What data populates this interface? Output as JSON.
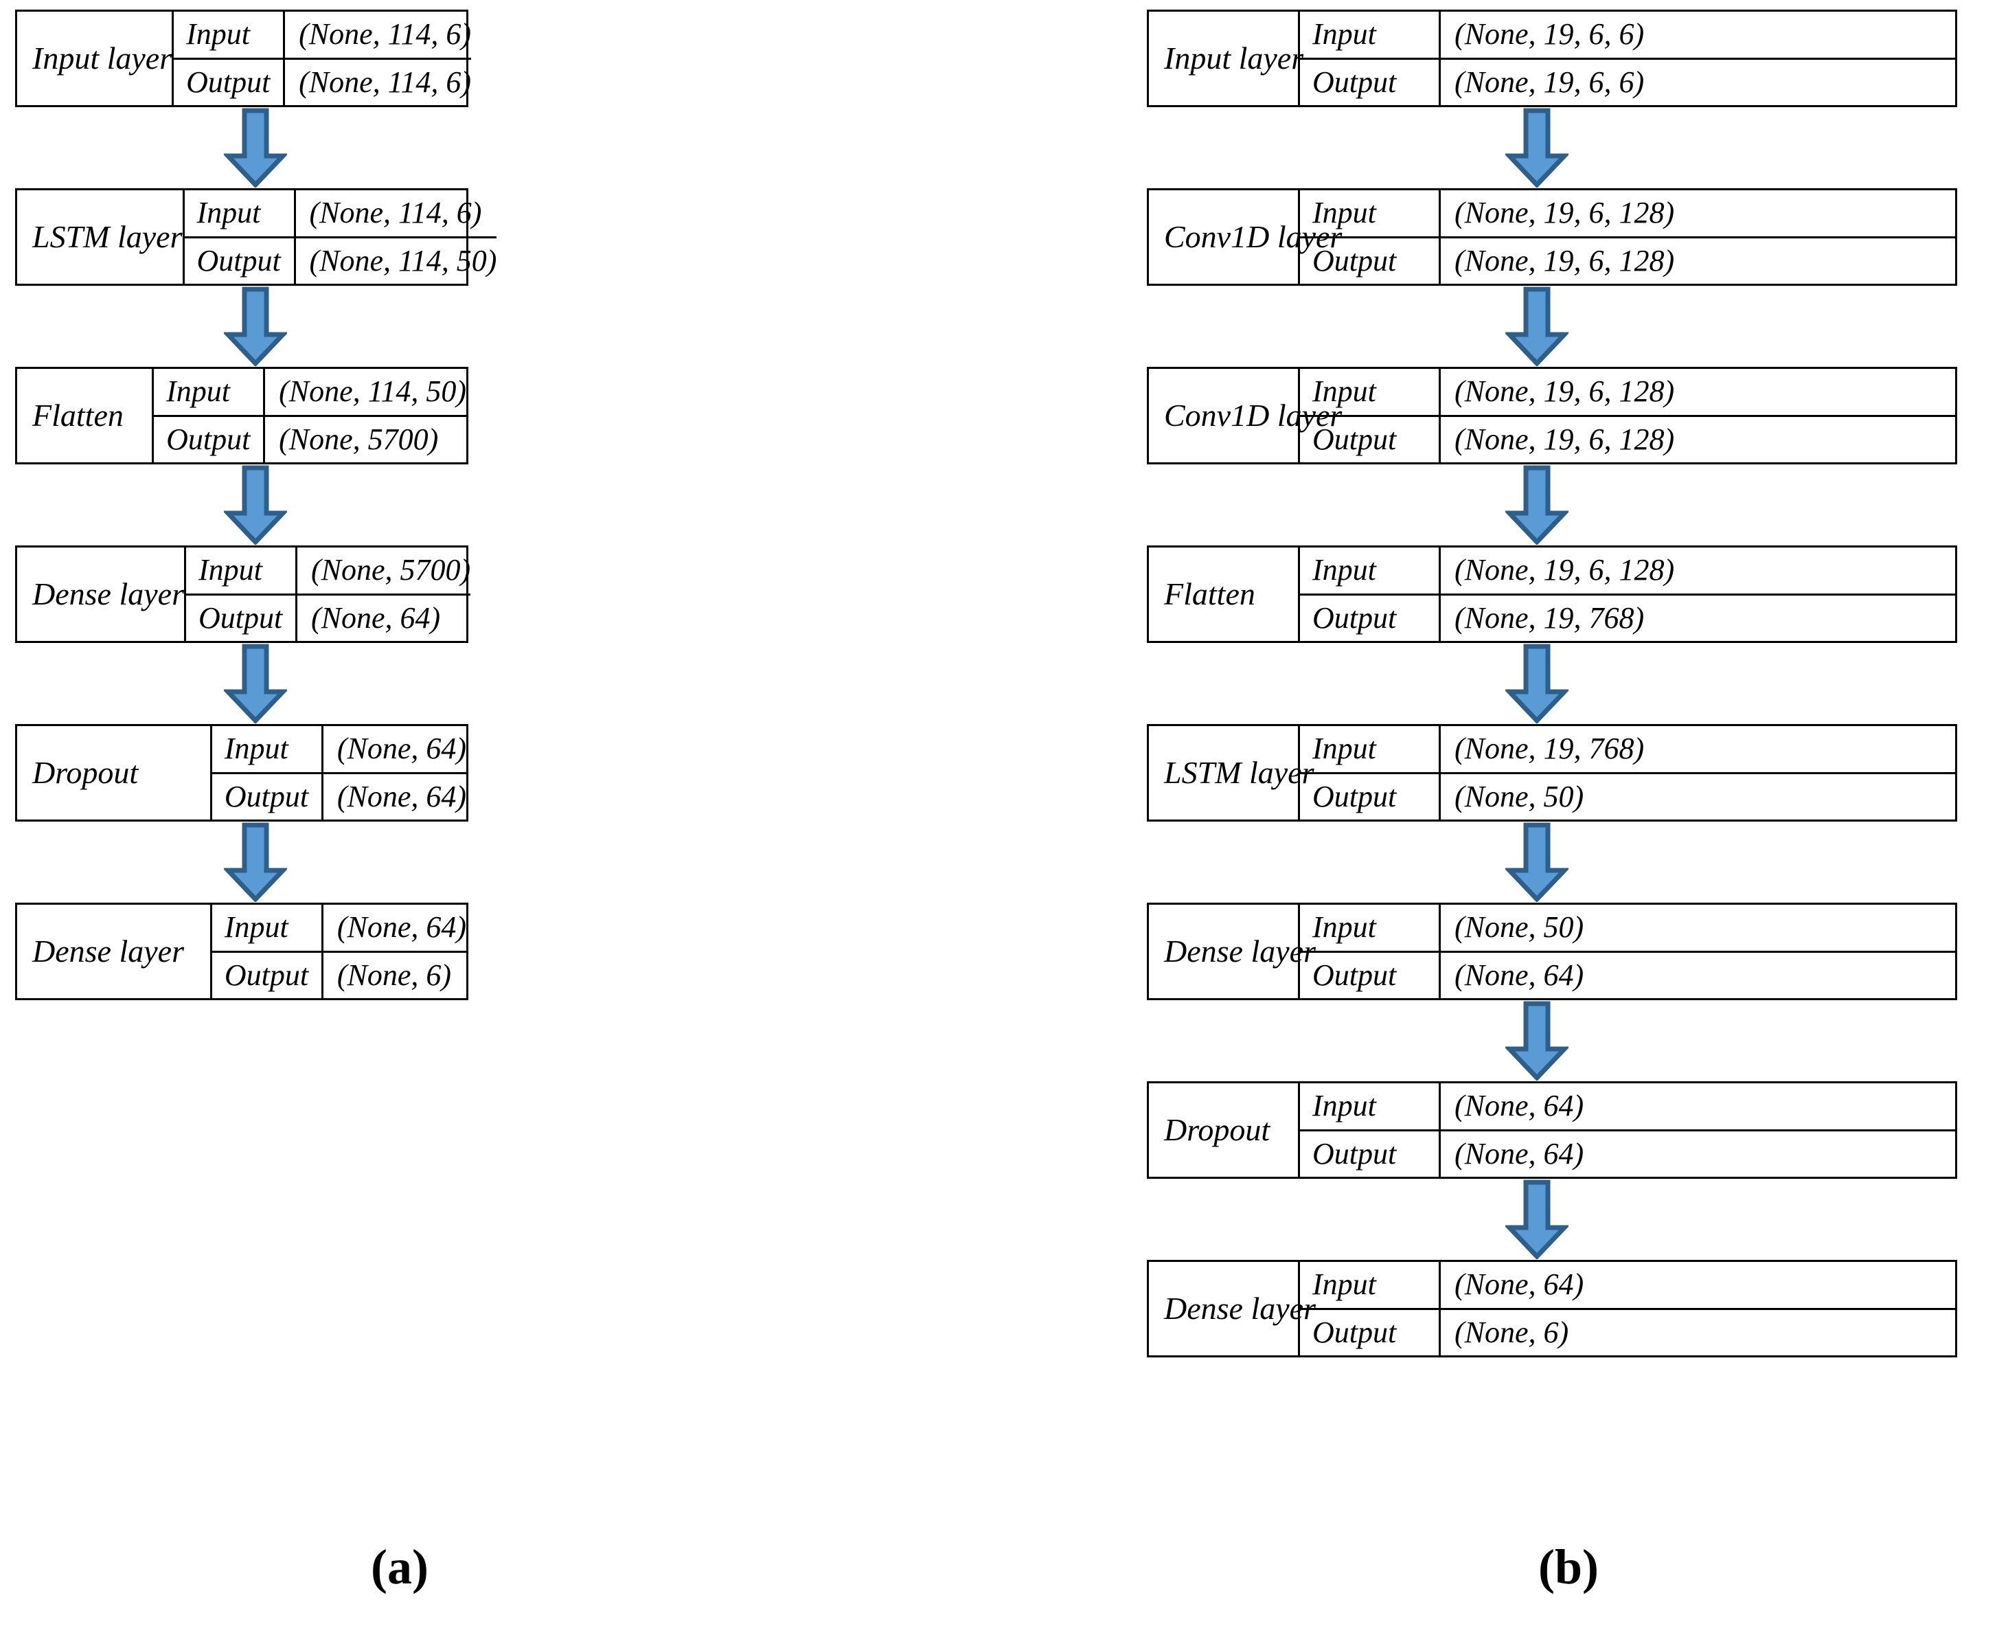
{
  "figure": {
    "title": "Deep learning model architecture layer diagrams",
    "arrow_fill_color": "#5B9BD5",
    "arrow_stroke_color": "#2E5F8A",
    "border_color": "#000000",
    "background_color": "#FFFFFF",
    "io_labels": {
      "input": "Input",
      "output": "Output"
    }
  },
  "panels": [
    {
      "caption": "(a)",
      "name": "lstm-model",
      "layers": [
        {
          "name": "Input layer",
          "input_shape": "(None, 114, 6)",
          "output_shape": "(None, 114, 6)"
        },
        {
          "name": "LSTM layer",
          "input_shape": "(None, 114, 6)",
          "output_shape": "(None, 114, 50)"
        },
        {
          "name": "Flatten",
          "input_shape": "(None, 114, 50)",
          "output_shape": "(None, 5700)"
        },
        {
          "name": "Dense layer",
          "input_shape": "(None, 5700)",
          "output_shape": "(None, 64)"
        },
        {
          "name": "Dropout",
          "input_shape": "(None, 64)",
          "output_shape": "(None, 64)"
        },
        {
          "name": "Dense layer",
          "input_shape": "(None, 64)",
          "output_shape": "(None, 6)"
        }
      ]
    },
    {
      "caption": "(b)",
      "name": "conv1d-lstm-model",
      "layers": [
        {
          "name": "Input layer",
          "input_shape": "(None, 19, 6, 6)",
          "output_shape": "(None, 19, 6, 6)"
        },
        {
          "name": "Conv1D layer",
          "input_shape": "(None, 19, 6, 128)",
          "output_shape": "(None, 19, 6, 128)"
        },
        {
          "name": "Conv1D layer",
          "input_shape": "(None, 19, 6, 128)",
          "output_shape": "(None, 19, 6, 128)"
        },
        {
          "name": "Flatten",
          "input_shape": "(None, 19, 6, 128)",
          "output_shape": "(None, 19, 768)"
        },
        {
          "name": "LSTM layer",
          "input_shape": "(None, 19, 768)",
          "output_shape": "(None, 50)"
        },
        {
          "name": "Dense layer",
          "input_shape": "(None, 50)",
          "output_shape": "(None, 64)"
        },
        {
          "name": "Dropout",
          "input_shape": "(None, 64)",
          "output_shape": "(None, 64)"
        },
        {
          "name": "Dense layer",
          "input_shape": "(None, 64)",
          "output_shape": "(None, 6)"
        }
      ]
    }
  ]
}
